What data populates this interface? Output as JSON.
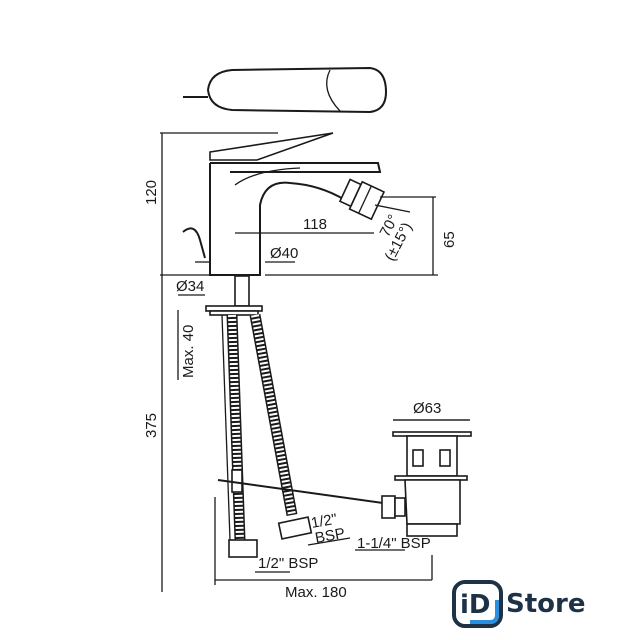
{
  "title": "Bidet mixer technical drawing",
  "dimensions": {
    "height_body": "120",
    "spout_reach": "118",
    "spout_height": "65",
    "spout_angle": "70°",
    "spout_angle_tolerance": "(±15°)",
    "body_diameter": "Ø40",
    "shank_diameter": "Ø34",
    "max_deck_thickness": "Max. 40",
    "hose_length": "375",
    "waste_diameter": "Ø63",
    "hose_connection_1": "1/2\"",
    "hose_connection_1b": "BSP",
    "hose_connection_2": "1/2\" BSP",
    "waste_thread": "1-1/4\" BSP",
    "max_reach": "Max. 180"
  },
  "logo": {
    "mark": "iD",
    "text": "Store",
    "color": "#1d3147",
    "accent": "#2b8fe0"
  }
}
